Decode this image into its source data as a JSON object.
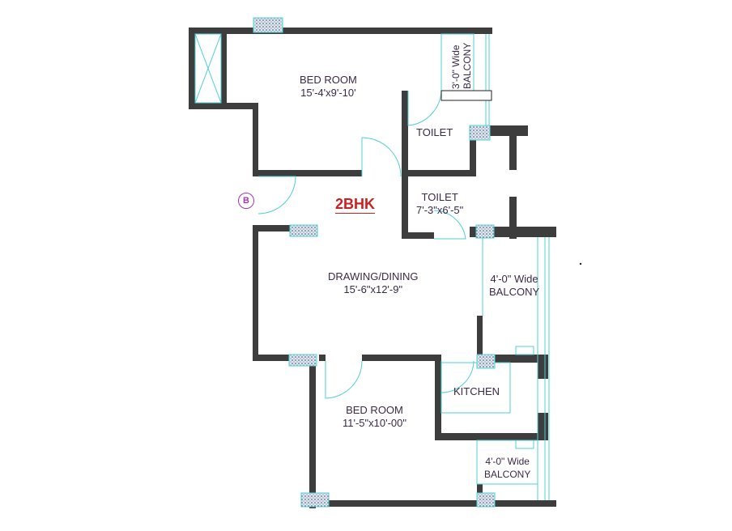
{
  "plan": {
    "title": "2BHK",
    "entry_marker": "B",
    "rooms": [
      {
        "name": "BED ROOM",
        "size": "15'-4'x9'-10'"
      },
      {
        "name": "TOILET",
        "size": ""
      },
      {
        "name": "TOILET",
        "size": "7'-3\"x6'-5\""
      },
      {
        "name": "DRAWING/DINING",
        "size": "15'-6\"x12'-9\""
      },
      {
        "name": "4'-0\" Wide",
        "size": "BALCONY"
      },
      {
        "name": "KITCHEN",
        "size": ""
      },
      {
        "name": "BED ROOM",
        "size": "11'-5\"x10'-00\""
      },
      {
        "name": "4'-0\" Wide",
        "size": "BALCONY"
      }
    ],
    "balcony_top": {
      "line1": "3'-0\" Wide",
      "line2": "BALCONY"
    },
    "colors": {
      "wall": "#3d3d3d",
      "line": "#4fd0d6",
      "text": "#3b2a48",
      "title": "#cc1f1f",
      "marker": "#a03bb0"
    }
  }
}
